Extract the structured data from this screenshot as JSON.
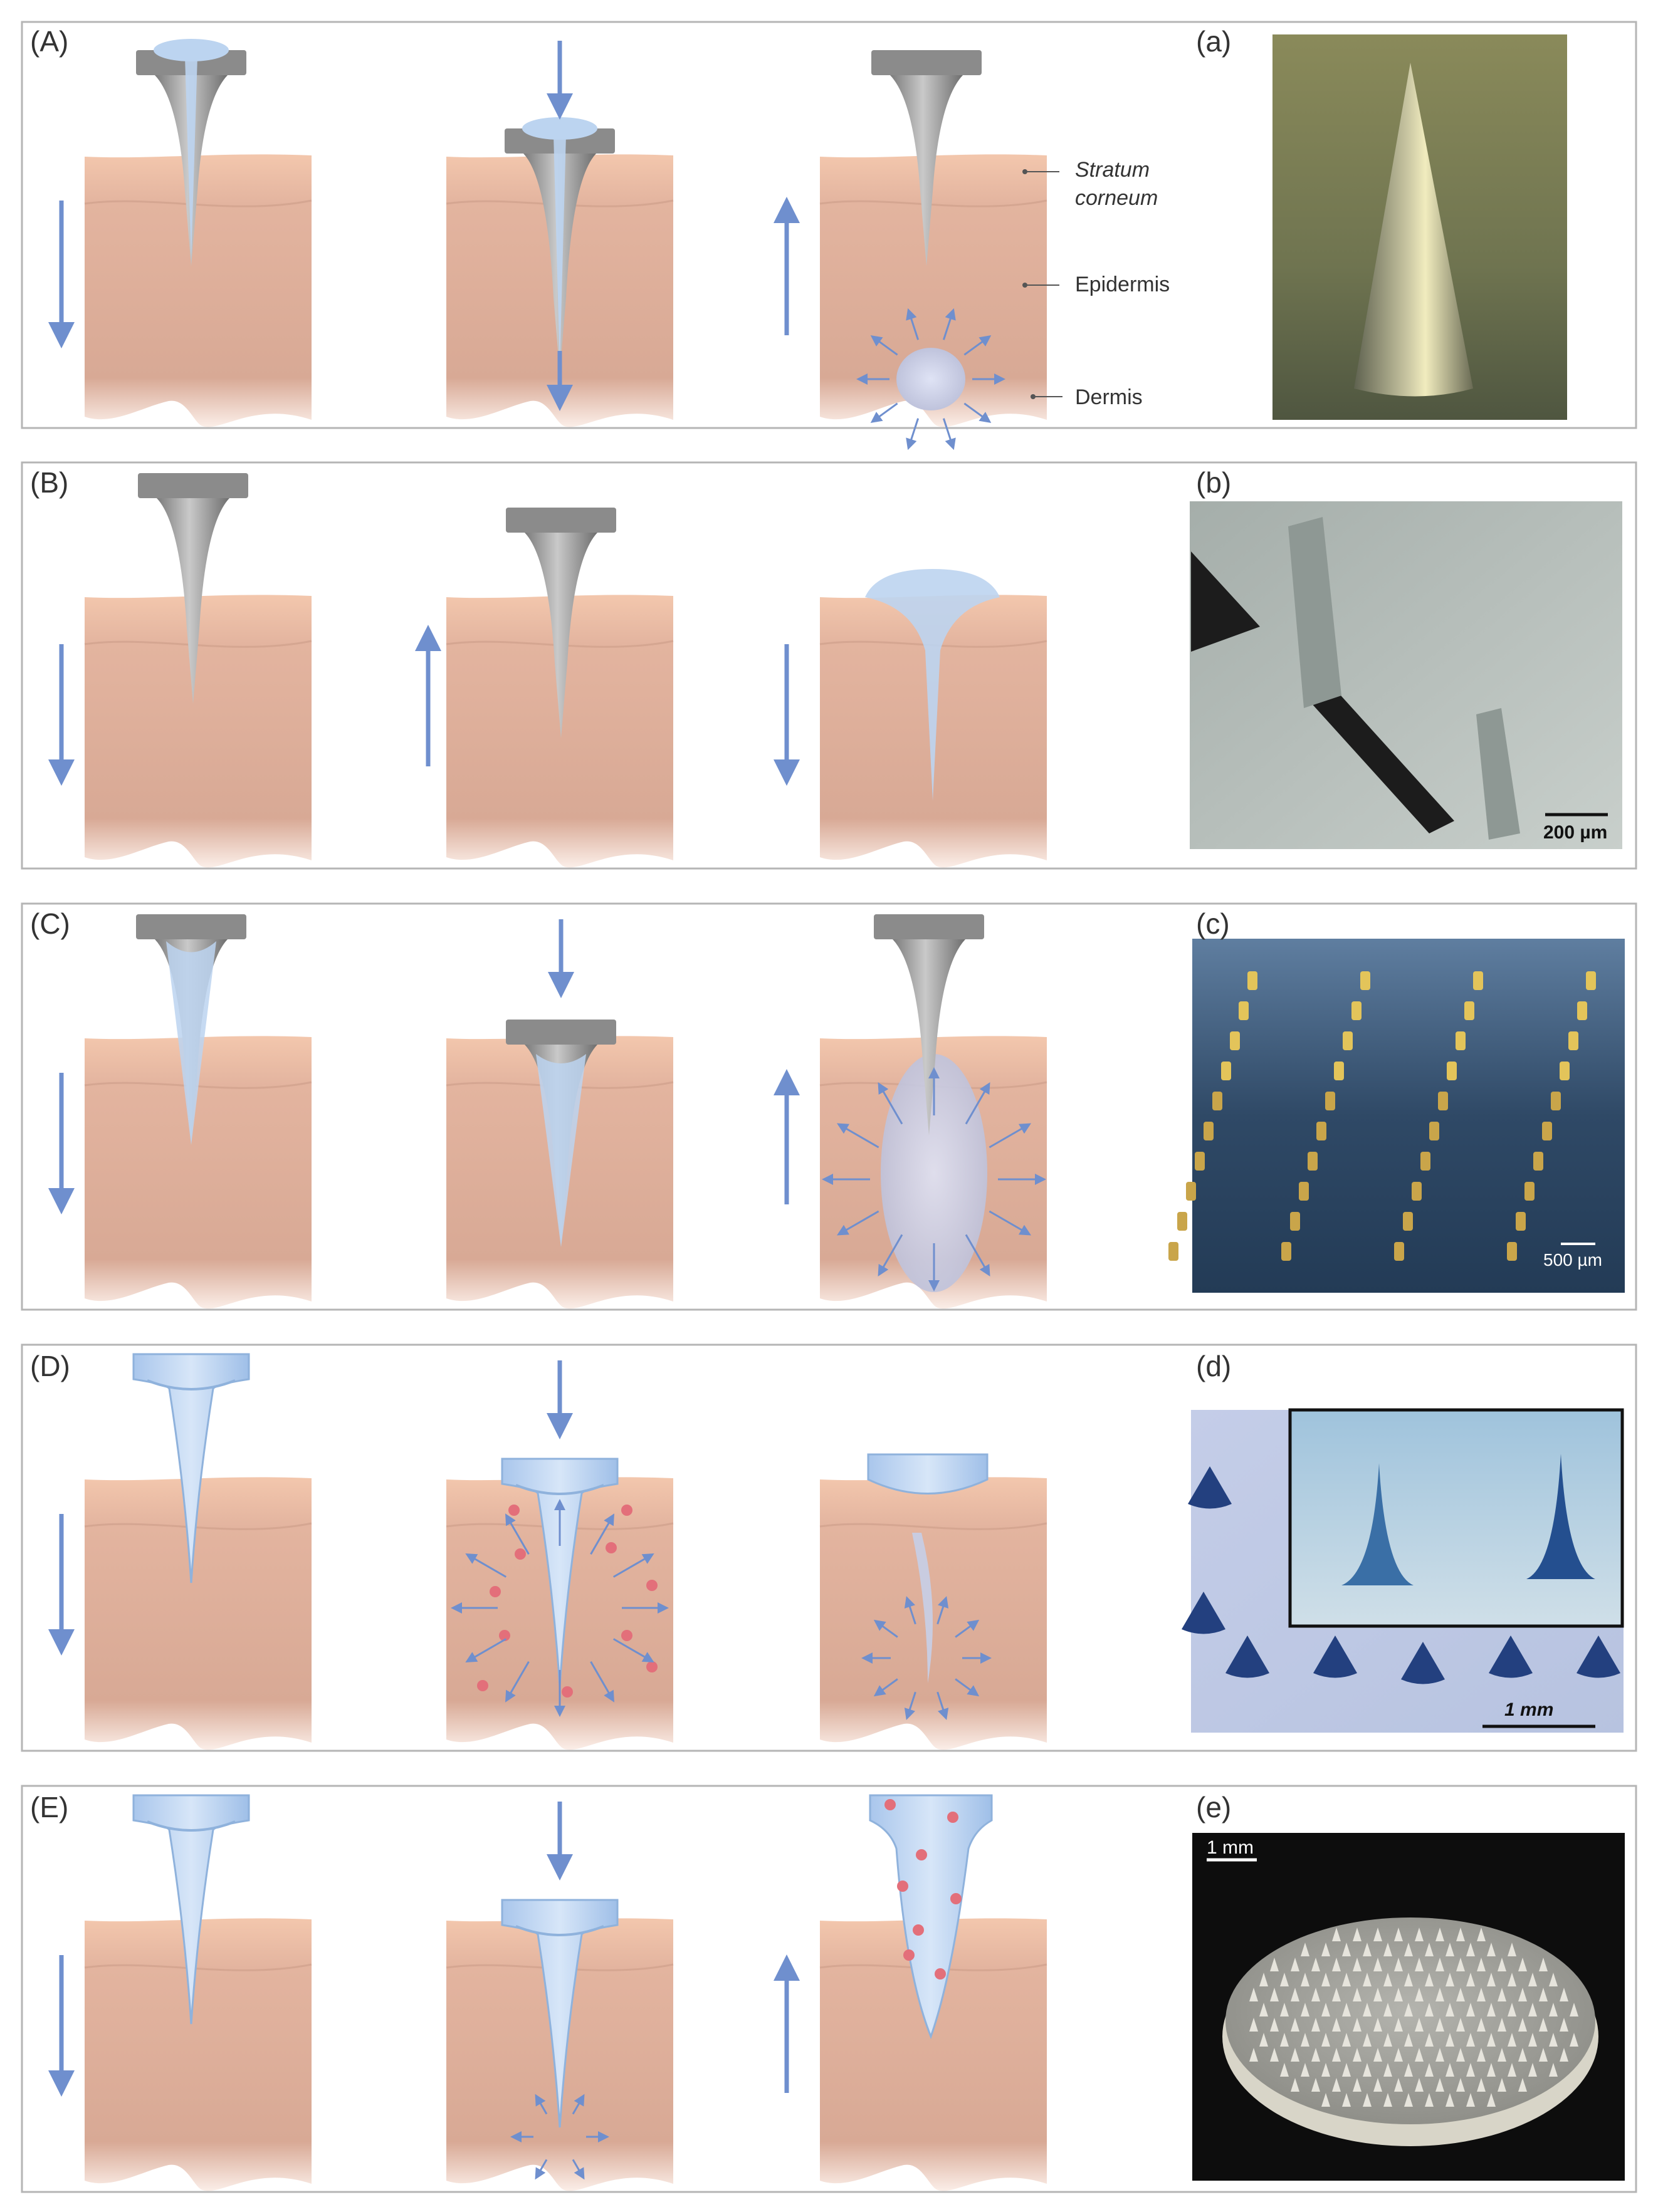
{
  "panels": [
    {
      "label": "(A)",
      "photo_label": "(a)",
      "scale_bar": ""
    },
    {
      "label": "(B)",
      "photo_label": "(b)",
      "scale_bar": "200 µm"
    },
    {
      "label": "(C)",
      "photo_label": "(c)",
      "scale_bar": "500 µm"
    },
    {
      "label": "(D)",
      "photo_label": "(d)",
      "scale_bar": "1 mm"
    },
    {
      "label": "(E)",
      "photo_label": "(e)",
      "scale_bar": "1 mm"
    }
  ],
  "layer_labels": {
    "stratum_1": "Stratum",
    "stratum_2": "corneum",
    "epidermis": "Epidermis",
    "dermis": "Dermis"
  },
  "colors": {
    "frame": "#b5b5b5",
    "corneum": "#f5c9ae",
    "epidermis": "#dcae9a",
    "dermis_fade": "#fbe9e2",
    "steel": "#9a9a9a",
    "steel_dark": "#707070",
    "liquid": "#bcd4f0",
    "liquid_edge": "#8fb2dc",
    "arrow": "#6f8fce",
    "particle": "#e36f7a"
  }
}
